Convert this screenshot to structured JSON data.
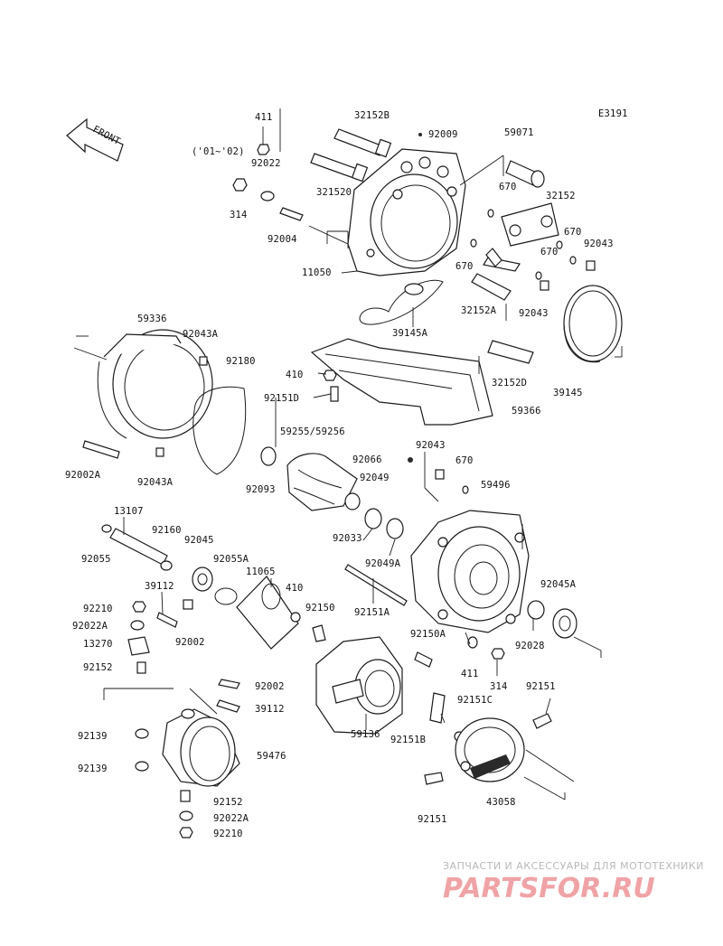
{
  "diagram": {
    "code": "E3191",
    "front_label": "FRONT",
    "year_note": "('01~'02)",
    "part_numbers": {
      "p411a": "411",
      "p92022": "92022",
      "p314a": "314",
      "p92004": "92004",
      "p32152B": "32152B",
      "p92009": "92009",
      "p321520": "321520",
      "p11050": "11050",
      "p59071": "59071",
      "p670a": "670",
      "p32152": "32152",
      "p670b": "670",
      "p670c": "670",
      "p92043a": "92043",
      "p670d": "670",
      "p32152A": "32152A",
      "p92043b": "92043",
      "p39145A": "39145A",
      "p59336": "59336",
      "p92043A": "92043A",
      "p92180": "92180",
      "p410a": "410",
      "p92151D": "92151D",
      "p32152D": "32152D",
      "p39145": "39145",
      "p59366": "59366",
      "p59255": "59255/59256",
      "p92043c": "92043",
      "p92002A": "92002A",
      "p92043A_b": "92043A",
      "p92066": "92066",
      "p92049": "92049",
      "p670e": "670",
      "p59496": "59496",
      "p92093": "92093",
      "p13107": "13107",
      "p92160": "92160",
      "p92033": "92033",
      "p92049A": "92049A",
      "p92045": "92045",
      "p92055": "92055",
      "p92055A": "92055A",
      "p11065": "11065",
      "p92045A": "92045A",
      "p39112a": "39112",
      "p410b": "410",
      "p92210a": "92210",
      "p92022A_a": "92022A",
      "p92150": "92150",
      "p92151A": "92151A",
      "p13270": "13270",
      "p92002a": "92002",
      "p92150A": "92150A",
      "p92028": "92028",
      "p411b": "411",
      "p314b": "314",
      "p92152a": "92152",
      "p92002b": "92002",
      "p39112b": "39112",
      "p92151C": "92151C",
      "p92151a": "92151",
      "p92139a": "92139",
      "p59476": "59476",
      "p59136": "59136",
      "p92151B": "92151B",
      "p92139b": "92139",
      "p92152b": "92152",
      "p43058": "43058",
      "p92151b": "92151",
      "p92022A_b": "92022A",
      "p92210b": "92210"
    }
  },
  "watermark": {
    "tagline": "ЗАПЧАСТИ И АКСЕССУАРЫ ДЛЯ МОТОТЕХНИКИ",
    "logo": "PARTSFOR.RU"
  },
  "colors": {
    "ink": "#111111",
    "watermark_text": "#b9b9b9",
    "watermark_logo": "#f0a3a6"
  }
}
